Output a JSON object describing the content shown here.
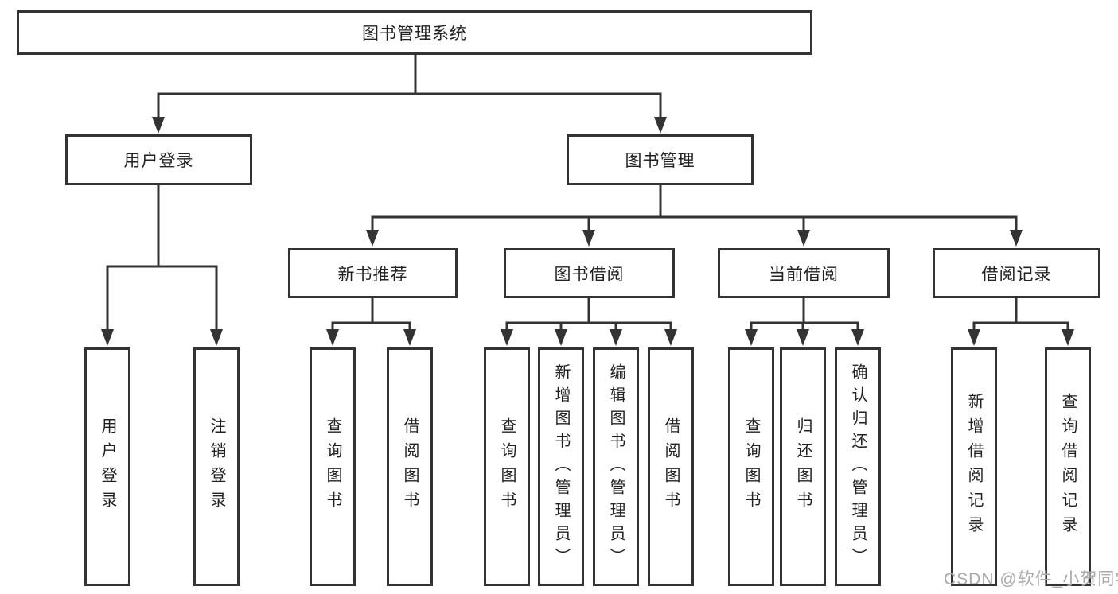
{
  "diagram": {
    "tree": {
      "root": {
        "label": "图书管理系统"
      },
      "children": [
        {
          "label": "用户登录",
          "children": [
            {
              "label": "用户登录"
            },
            {
              "label": "注销登录"
            }
          ]
        },
        {
          "label": "图书管理",
          "children": [
            {
              "label": "新书推荐",
              "children": [
                {
                  "label": "查询图书"
                },
                {
                  "label": "借阅图书"
                }
              ]
            },
            {
              "label": "图书借阅",
              "children": [
                {
                  "label": "查询图书"
                },
                {
                  "label": "新增图书（管理员）"
                },
                {
                  "label": "编辑图书（管理员）"
                },
                {
                  "label": "借阅图书"
                }
              ]
            },
            {
              "label": "当前借阅",
              "children": [
                {
                  "label": "查询图书"
                },
                {
                  "label": "归还图书"
                },
                {
                  "label": "确认归还（管理员）"
                }
              ]
            },
            {
              "label": "借阅记录",
              "children": [
                {
                  "label": "新增借阅记录"
                },
                {
                  "label": "查询借阅记录"
                }
              ]
            }
          ]
        }
      ]
    },
    "colors": {
      "line": "#333333",
      "box_border": "#333333",
      "text": "#222222",
      "background": "#ffffff",
      "watermark": "#a9a9a9"
    }
  },
  "watermark": {
    "text": "CSDN @软件_小贺同学"
  }
}
